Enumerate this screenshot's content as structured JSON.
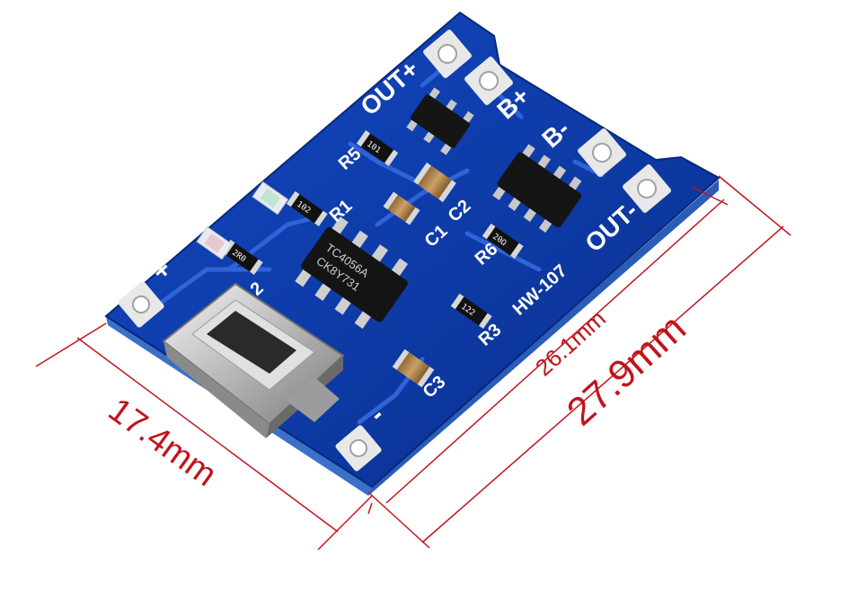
{
  "board": {
    "model": "HW-107",
    "labels": {
      "out_plus": "OUT+",
      "b_plus": "B+",
      "b_minus": "B-",
      "out_minus": "OUT-",
      "in_plus": "+",
      "in_minus": "-",
      "r1": "R1",
      "r2": "2",
      "r3": "R3",
      "r5": "R5",
      "r6": "R6",
      "c1": "C1",
      "c2": "C2",
      "c3": "C3"
    },
    "chip": {
      "line1": "TC4056A",
      "line2": "CK8Y731"
    },
    "resistor_codes": {
      "r1": "102",
      "r2": "2R0",
      "r3": "122",
      "r5": "101",
      "r6": "20Ω"
    }
  },
  "dimensions": {
    "width": "17.4mm",
    "length_inner": "26.1mm",
    "length_outer": "27.9mm"
  },
  "colors": {
    "pcb": "#0b3aa8",
    "dimension": "#c0141c",
    "silkscreen": "#ffffff"
  }
}
